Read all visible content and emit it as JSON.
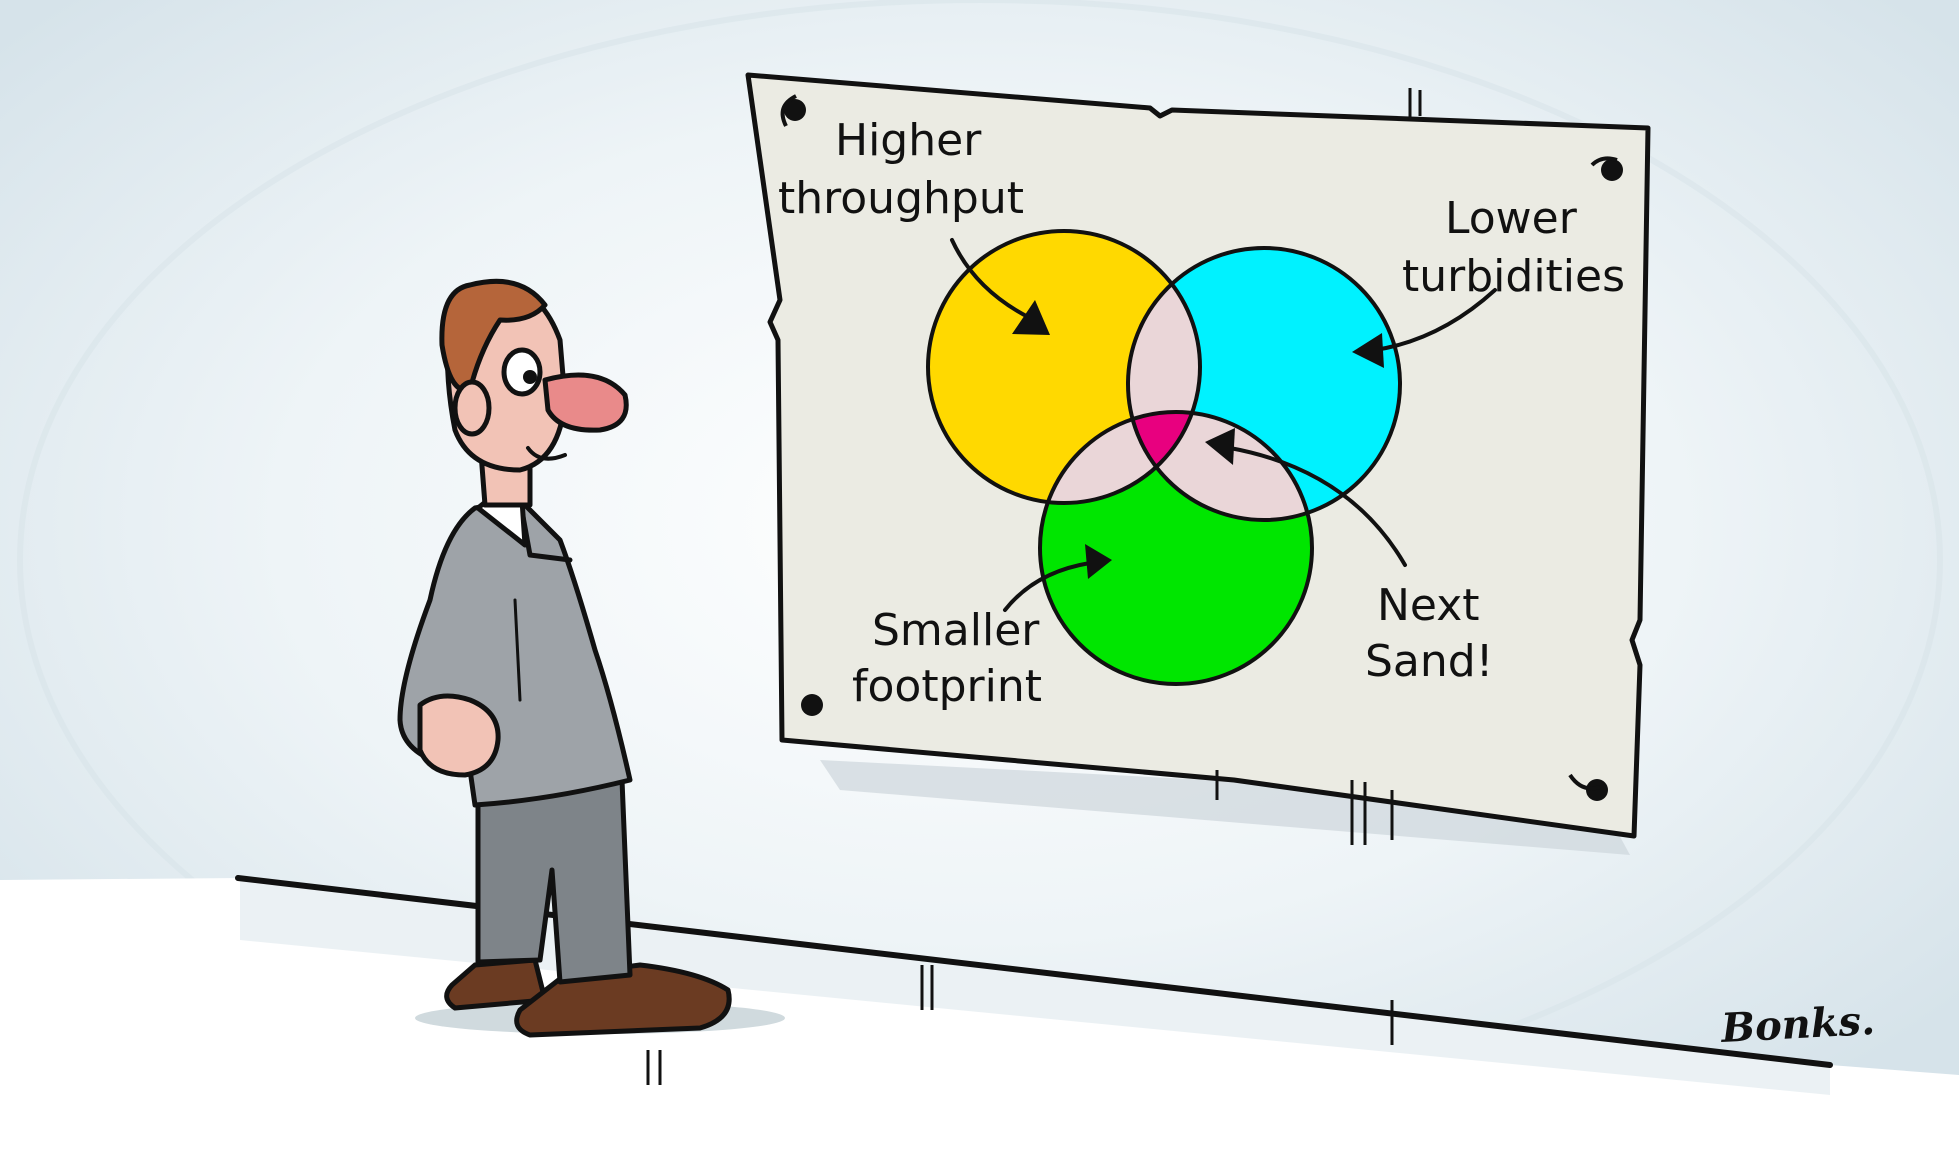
{
  "colors": {
    "background": "#e8f0f4",
    "paper": "#ebebe3",
    "circle_top_left": "#ffd900",
    "circle_top_right": "#00f2ff",
    "circle_bottom": "#00e600",
    "overlap_pair": "#ead6d8",
    "overlap_center": "#e8007f",
    "outline": "#111111",
    "suit": "#9ea3a8",
    "trousers": "#7e8489",
    "hair": "#b5653a",
    "skin": "#f2c3b6",
    "nose": "#e98a8a",
    "shoes": "#6b3b22"
  },
  "poster": {
    "label_top_left": [
      "Higher",
      "throughput"
    ],
    "label_top_right": [
      "Lower",
      "turbidities"
    ],
    "label_bottom_left": [
      "Smaller",
      "footprint"
    ],
    "label_center": [
      "Next",
      "Sand!"
    ]
  },
  "signature": "Bonks."
}
